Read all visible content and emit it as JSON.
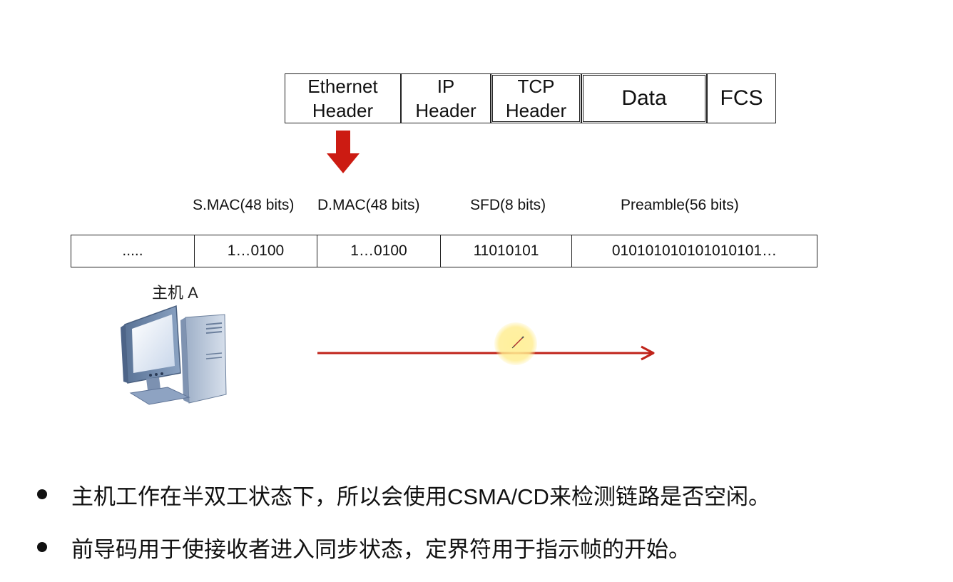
{
  "packet_header": {
    "boxes": [
      {
        "label": "Ethernet\nHeader"
      },
      {
        "label": "IP\nHeader"
      },
      {
        "label": "TCP\nHeader"
      },
      {
        "label": "Data"
      },
      {
        "label": "FCS"
      }
    ]
  },
  "frame_fields": {
    "labels": [
      "S.MAC(48 bits)",
      "D.MAC(48 bits)",
      "SFD(8 bits)",
      "Preamble(56 bits)"
    ],
    "cells": [
      ".....",
      "1…0100",
      "1…0100",
      "11010101",
      "010101010101010101…"
    ]
  },
  "host": {
    "label": "主机 A"
  },
  "colors": {
    "arrow_red": "#cc1b12",
    "signal_red": "#c0231a",
    "border": "#222222"
  },
  "icons": [
    "down-arrow-icon",
    "computer-icon",
    "pen-cursor-icon"
  ],
  "bullets": [
    "主机工作在半双工状态下，所以会使用CSMA/CD来检测链路是否空闲。",
    "前导码用于使接收者进入同步状态，定界符用于指示帧的开始。"
  ]
}
